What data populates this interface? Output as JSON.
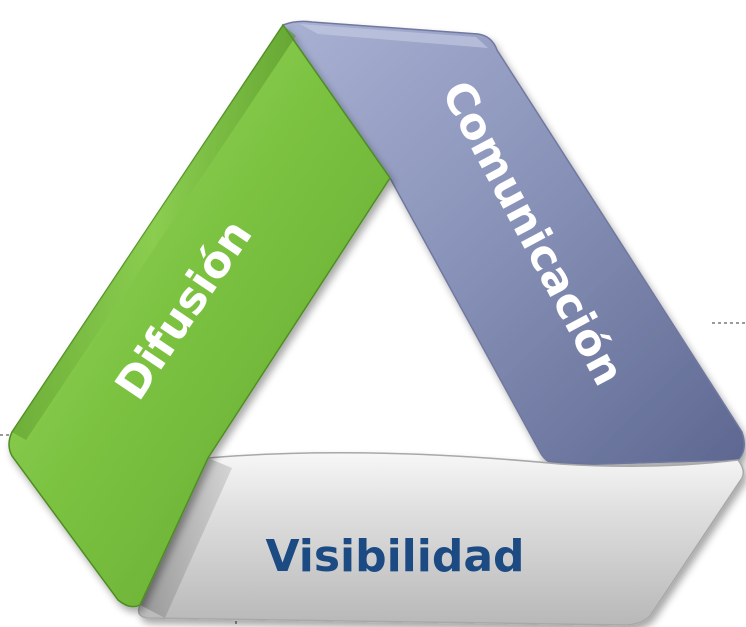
{
  "diagram": {
    "segments": [
      {
        "id": "difusion",
        "label": "Difusión",
        "color": "#7bc142"
      },
      {
        "id": "comunicacion",
        "label": "Comunicación",
        "color": "#8590b5"
      },
      {
        "id": "visibilidad",
        "label": "Visibilidad",
        "color": "#cfcfcf"
      }
    ],
    "colors": {
      "label_light": "#ffffff",
      "label_dark": "#1c4a82",
      "connector": "#9a9a9a"
    }
  }
}
